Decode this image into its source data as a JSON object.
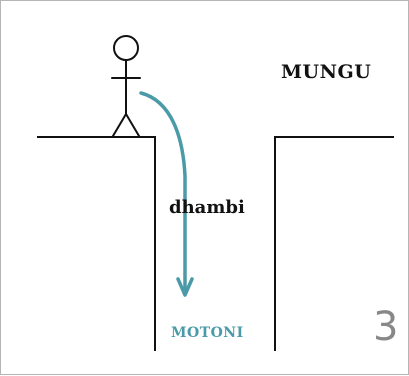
{
  "labels": {
    "mungu": "MUNGU",
    "dhambi": "dhambi",
    "motoni": "MOTONI"
  },
  "page_number": "3",
  "colors": {
    "ink": "#111111",
    "arrow": "#4a9aa7",
    "page_number": "#888888",
    "frame_border": "#b5b5b5"
  },
  "icons": {
    "figure": "stick-figure-icon",
    "arrow": "curved-arrow-down-icon"
  }
}
